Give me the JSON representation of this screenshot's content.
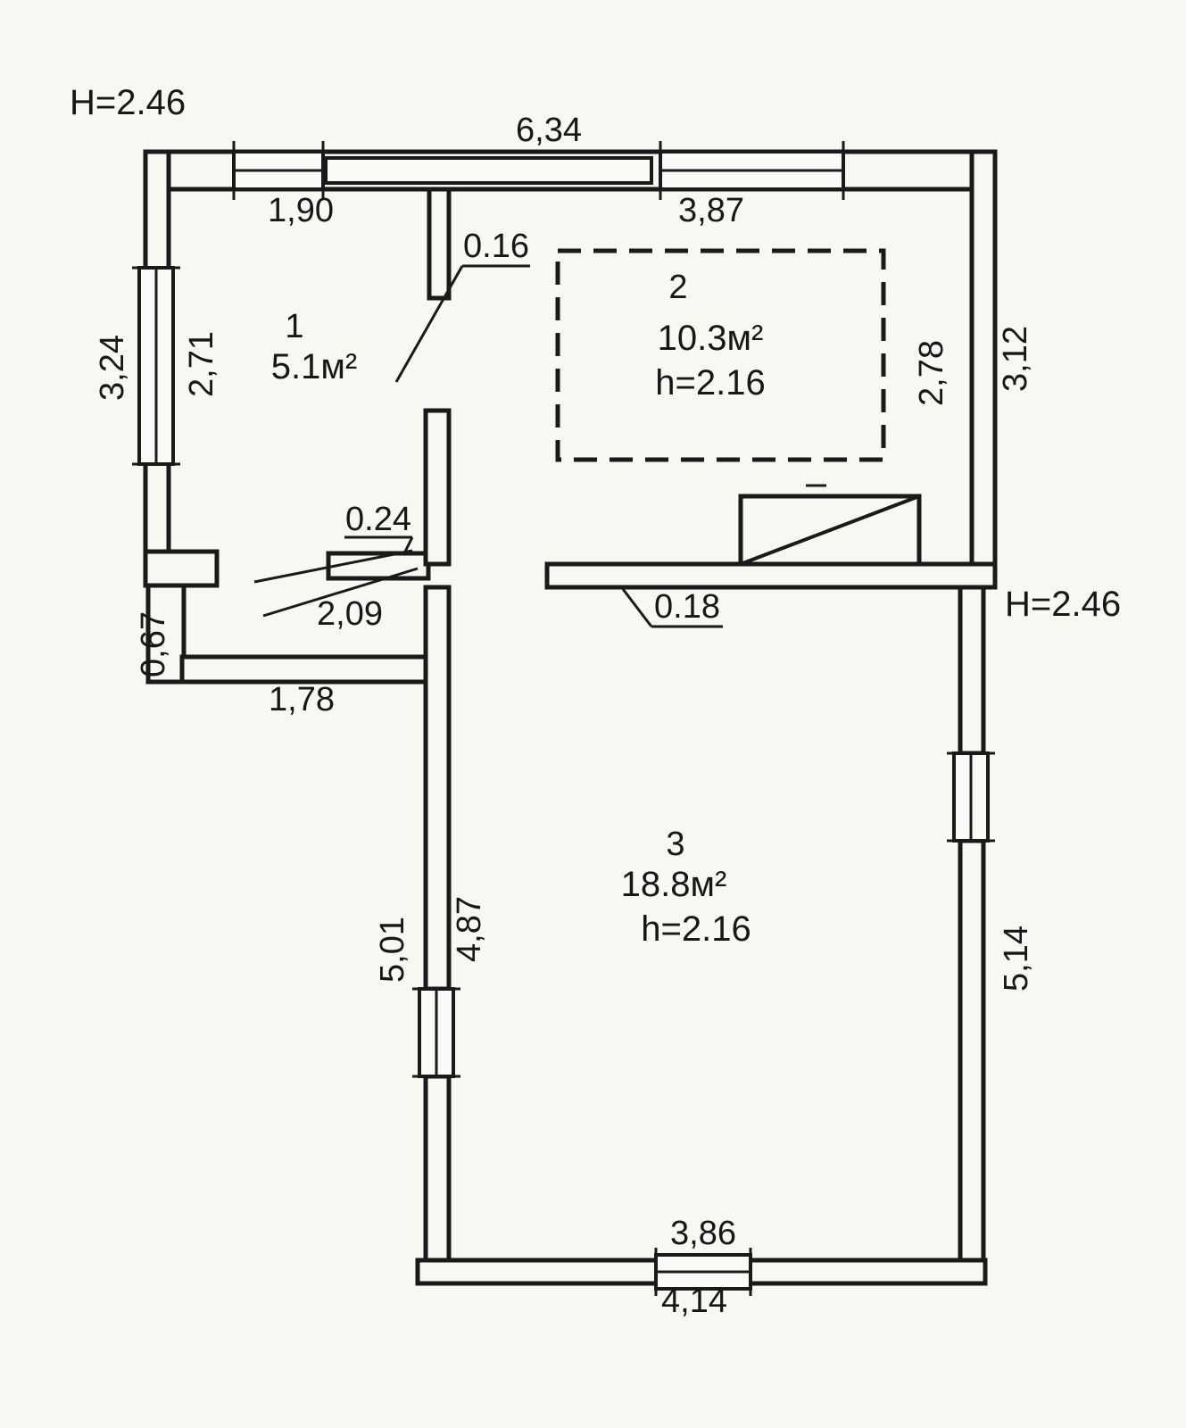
{
  "title": "Floor plan",
  "colors": {
    "paper": "#f8f7f2",
    "ink": "#1a1a1a"
  },
  "labels": {
    "ceiling_height_top_left": "H=2.46",
    "ceiling_height_right": "H=2.46",
    "dim_top_width": "6,34",
    "dim_top_window_left": "1,90",
    "dim_top_window_right": "3,87",
    "dim_wall_thickness_016": "0.16",
    "dim_left_outer": "3,24",
    "dim_left_inner": "2,71",
    "dim_right_inner_upper": "2,78",
    "dim_right_outer_upper": "3,12",
    "dim_wall_thickness_024": "0.24",
    "dim_opening_209": "2,09",
    "dim_wall_thickness_018": "0.18",
    "dim_left_step": "0,67",
    "dim_vestibule_width": "1,78",
    "dim_room3_left_outer": "5,01",
    "dim_room3_left_inner": "4,87",
    "dim_room3_right": "5,14",
    "dim_bottom_window": "3,86",
    "dim_bottom_width": "4,14"
  },
  "rooms": [
    {
      "number": "1",
      "area": "5.1м²"
    },
    {
      "number": "2",
      "area": "10.3м²",
      "height": "h=2.16"
    },
    {
      "number": "3",
      "area": "18.8м²",
      "height": "h=2.16"
    }
  ]
}
